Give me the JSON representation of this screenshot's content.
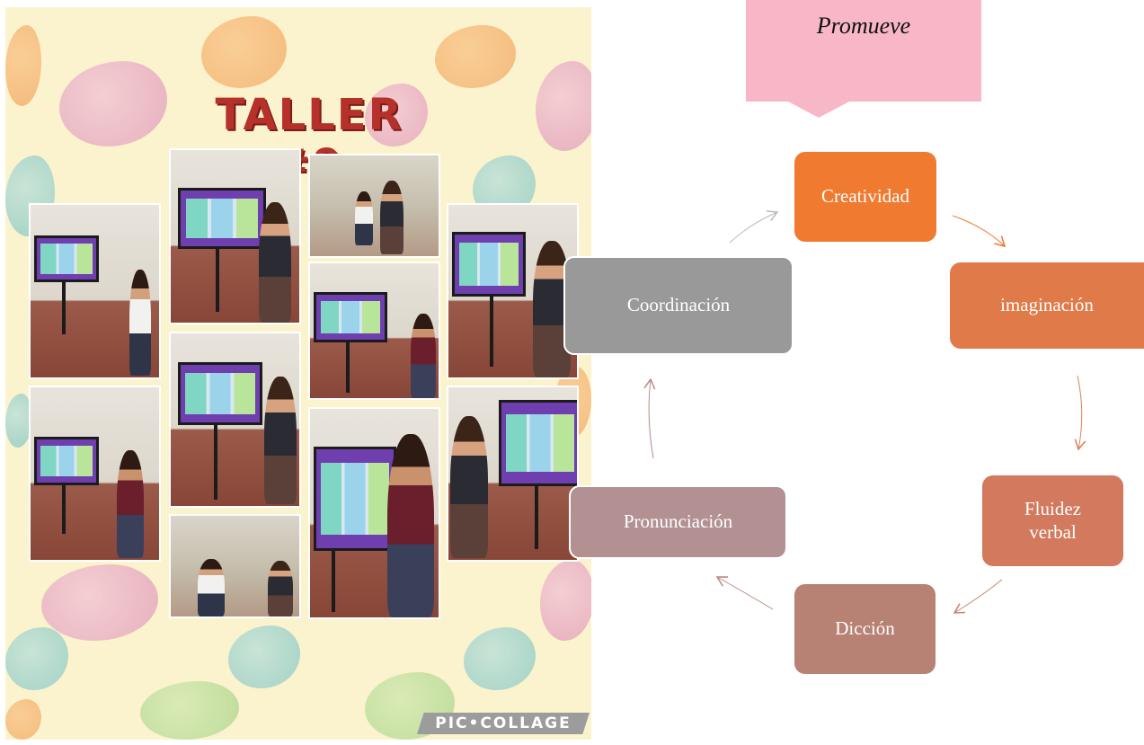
{
  "collage": {
    "title": "TALLER #9",
    "watermark": "PIC•COLLAGE"
  },
  "diagram": {
    "callout": "Promueve",
    "nodes": {
      "creatividad": "Creatividad",
      "imaginacion": "imaginación",
      "fluidez_line1": "Fluidez",
      "fluidez_line2": "verbal",
      "diccion": "Dicción",
      "pronunciacion": "Pronunciación",
      "coordinacion": "Coordinación"
    },
    "colors": {
      "creatividad": "#ef7a30",
      "imaginacion": "#e07a48",
      "fluidez": "#d2795e",
      "diccion": "#b78174",
      "pronunciacion": "#b39193",
      "coordinacion": "#999999",
      "callout": "#f8b7c7"
    }
  }
}
